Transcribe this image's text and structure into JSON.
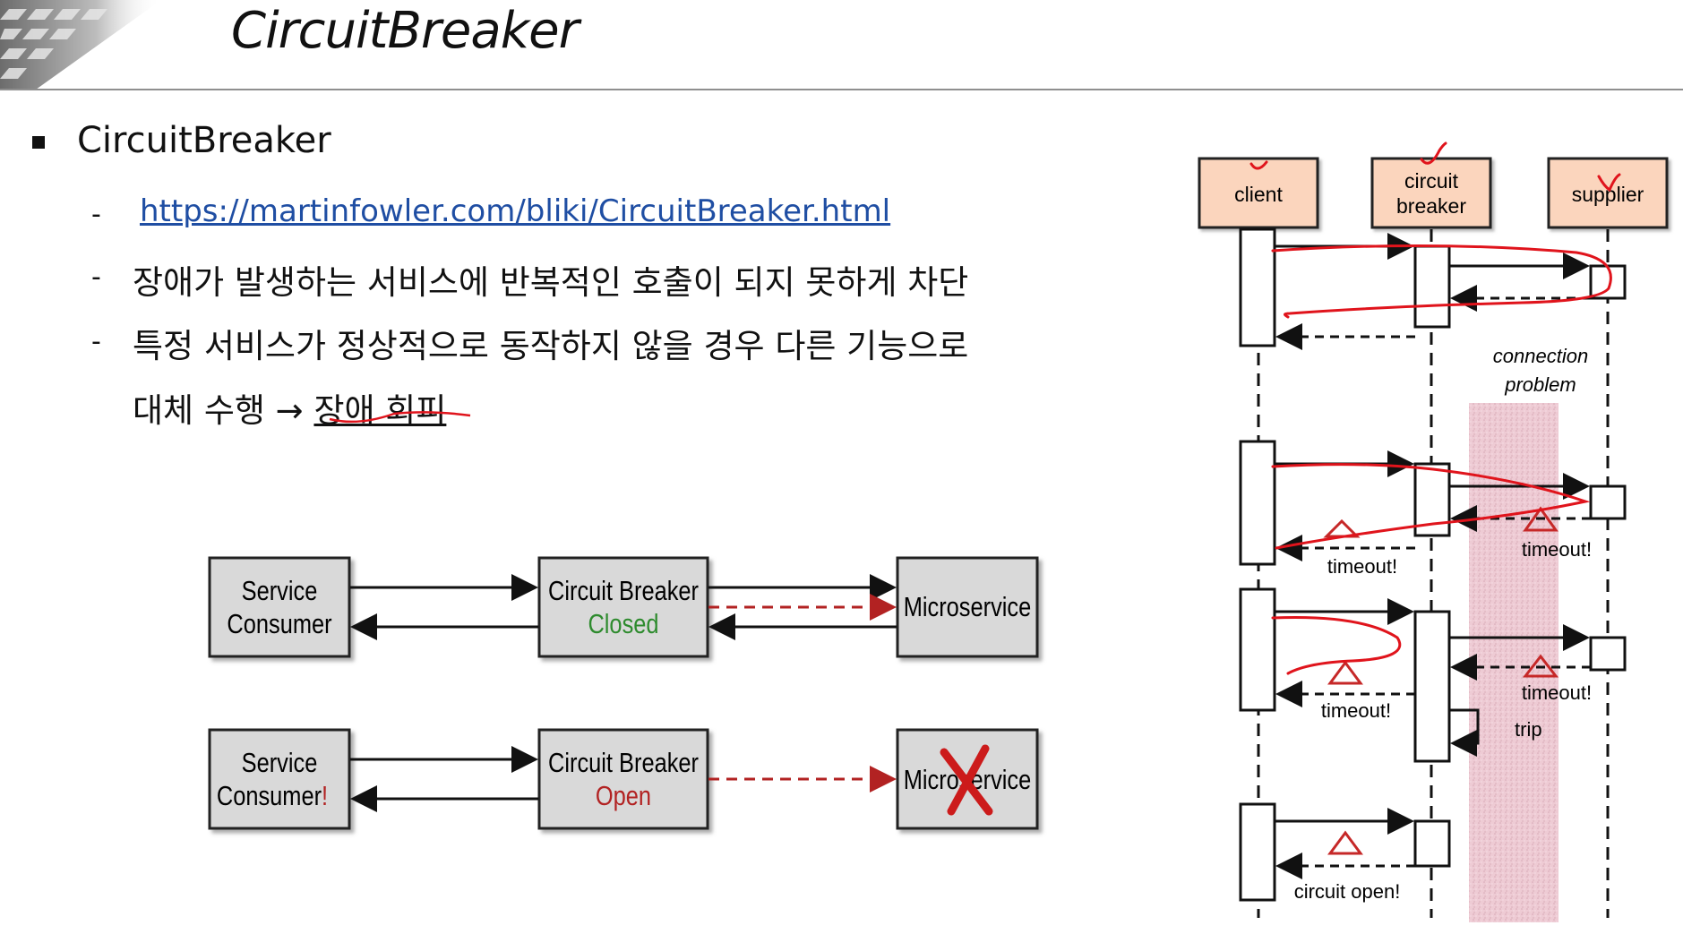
{
  "slide": {
    "title": "CircuitBreaker",
    "bullet": "CircuitBreaker",
    "sub_dash": "-",
    "link": "https://martinfowler.com/bliki/CircuitBreaker.html",
    "line1": "장애가 발생하는 서비스에 반복적인 호출이 되지 못하게 차단",
    "line2": "특정 서비스가 정상적으로 동작하지 않을 경우 다른 기능으로",
    "line3_prefix": "대체 수행 → ",
    "line3_emph": "장애 회피"
  },
  "left_diagram": {
    "row1": {
      "consumer_l1": "Service",
      "consumer_l2": "Consumer",
      "breaker_l1": "Circuit Breaker",
      "breaker_state": "Closed",
      "service": "Microservice"
    },
    "row2": {
      "consumer_l1": "Service",
      "consumer_l2": "Consumer",
      "consumer_mark": "!",
      "breaker_l1": "Circuit Breaker",
      "breaker_state": "Open",
      "service": "Microservice"
    },
    "colors": {
      "closed": "#2e8b2e",
      "open": "#b22222",
      "dashed_arrow": "#b22222",
      "box_fill": "#d9d9d9"
    }
  },
  "sequence": {
    "actors": [
      "client",
      "circuit\nbreaker",
      "supplier"
    ],
    "actor_labels": {
      "client": "client",
      "cb_l1": "circuit",
      "cb_l2": "breaker",
      "supplier": "supplier"
    },
    "connection_problem_l1": "connection",
    "connection_problem_l2": "problem",
    "timeout_1_supplier": "timeout!",
    "timeout_1_client": "timeout!",
    "timeout_2_supplier": "timeout!",
    "timeout_2_client": "timeout!",
    "trip": "trip",
    "circuit_open": "circuit open!",
    "colors": {
      "actor_fill": "#fbd5bd",
      "annotation": "#e0141c",
      "problem_band": "#d9a0b0"
    }
  }
}
